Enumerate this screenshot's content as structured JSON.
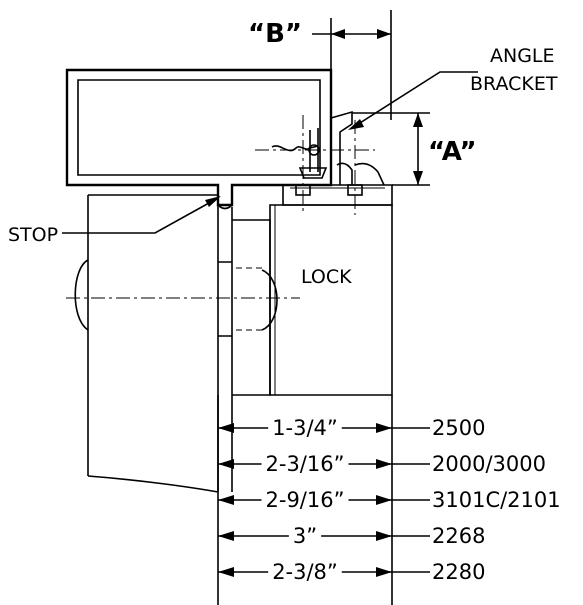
{
  "labels": {
    "b": "“B”",
    "a": "“A”",
    "angle_bracket_1": "ANGLE",
    "angle_bracket_2": "BRACKET",
    "stop": "STOP",
    "lock": "LOCK"
  },
  "dimensions": [
    {
      "size": "1-3/4”",
      "model": "2500"
    },
    {
      "size": "2-3/16”",
      "model": "2000/3000"
    },
    {
      "size": "2-9/16”",
      "model": "3101C/2101"
    },
    {
      "size": "3”",
      "model": "2268"
    },
    {
      "size": "2-3/8”",
      "model": "2280"
    }
  ]
}
